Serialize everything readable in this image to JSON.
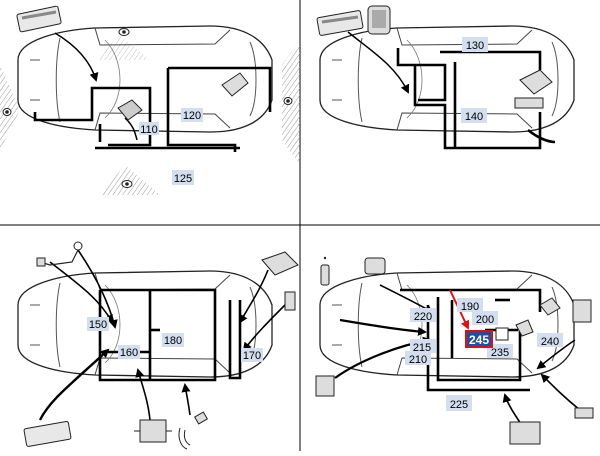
{
  "panels": [
    {
      "id": "top-left",
      "labels": [
        "110",
        "120",
        "125"
      ]
    },
    {
      "id": "top-right",
      "labels": [
        "130",
        "140"
      ]
    },
    {
      "id": "bottom-left",
      "labels": [
        "150",
        "160",
        "170",
        "180"
      ]
    },
    {
      "id": "bottom-right",
      "labels": [
        "190",
        "200",
        "210",
        "215",
        "220",
        "225",
        "235",
        "240",
        "245"
      ]
    }
  ],
  "highlight_label": "245",
  "colors": {
    "line": "#000000",
    "car_outline": "#222222",
    "label_bg": "#d3dff0",
    "highlight_bg": "#1f4fa0",
    "highlight_border": "#e01010",
    "highlight_arrow": "#e01010",
    "hatch": "#aaaaaa"
  },
  "icons": [
    "sensor-eye-icon",
    "control-unit-icon",
    "antenna-icon",
    "satellite-icon",
    "remote-key-icon",
    "relay-icon",
    "fuse-box-icon"
  ]
}
